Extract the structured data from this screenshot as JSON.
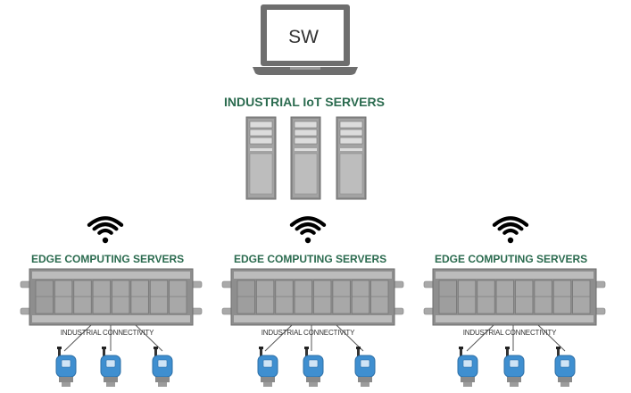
{
  "laptop": {
    "label": "SW"
  },
  "iot_servers": {
    "title": "INDUSTRIAL IoT SERVERS",
    "count": 3
  },
  "edge_groups": [
    {
      "title": "EDGE COMPUTING SERVERS",
      "connectivity_label": "INDUSTRIAL CONNECTIVITY",
      "devices": 3
    },
    {
      "title": "EDGE COMPUTING SERVERS",
      "connectivity_label": "INDUSTRIAL CONNECTIVITY",
      "devices": 3
    },
    {
      "title": "EDGE COMPUTING SERVERS",
      "connectivity_label": "INDUSTRIAL CONNECTIVITY",
      "devices": 3
    }
  ],
  "colors": {
    "title_green": "#2b6b4f",
    "device_blue": "#3f8fd0",
    "chassis_gray": "#8f8f8f",
    "laptop_gray": "#6e6e6e"
  },
  "icons": [
    "laptop-icon",
    "server-tower-icon",
    "wifi-icon",
    "edge-chassis-icon",
    "wireless-transmitter-icon"
  ]
}
